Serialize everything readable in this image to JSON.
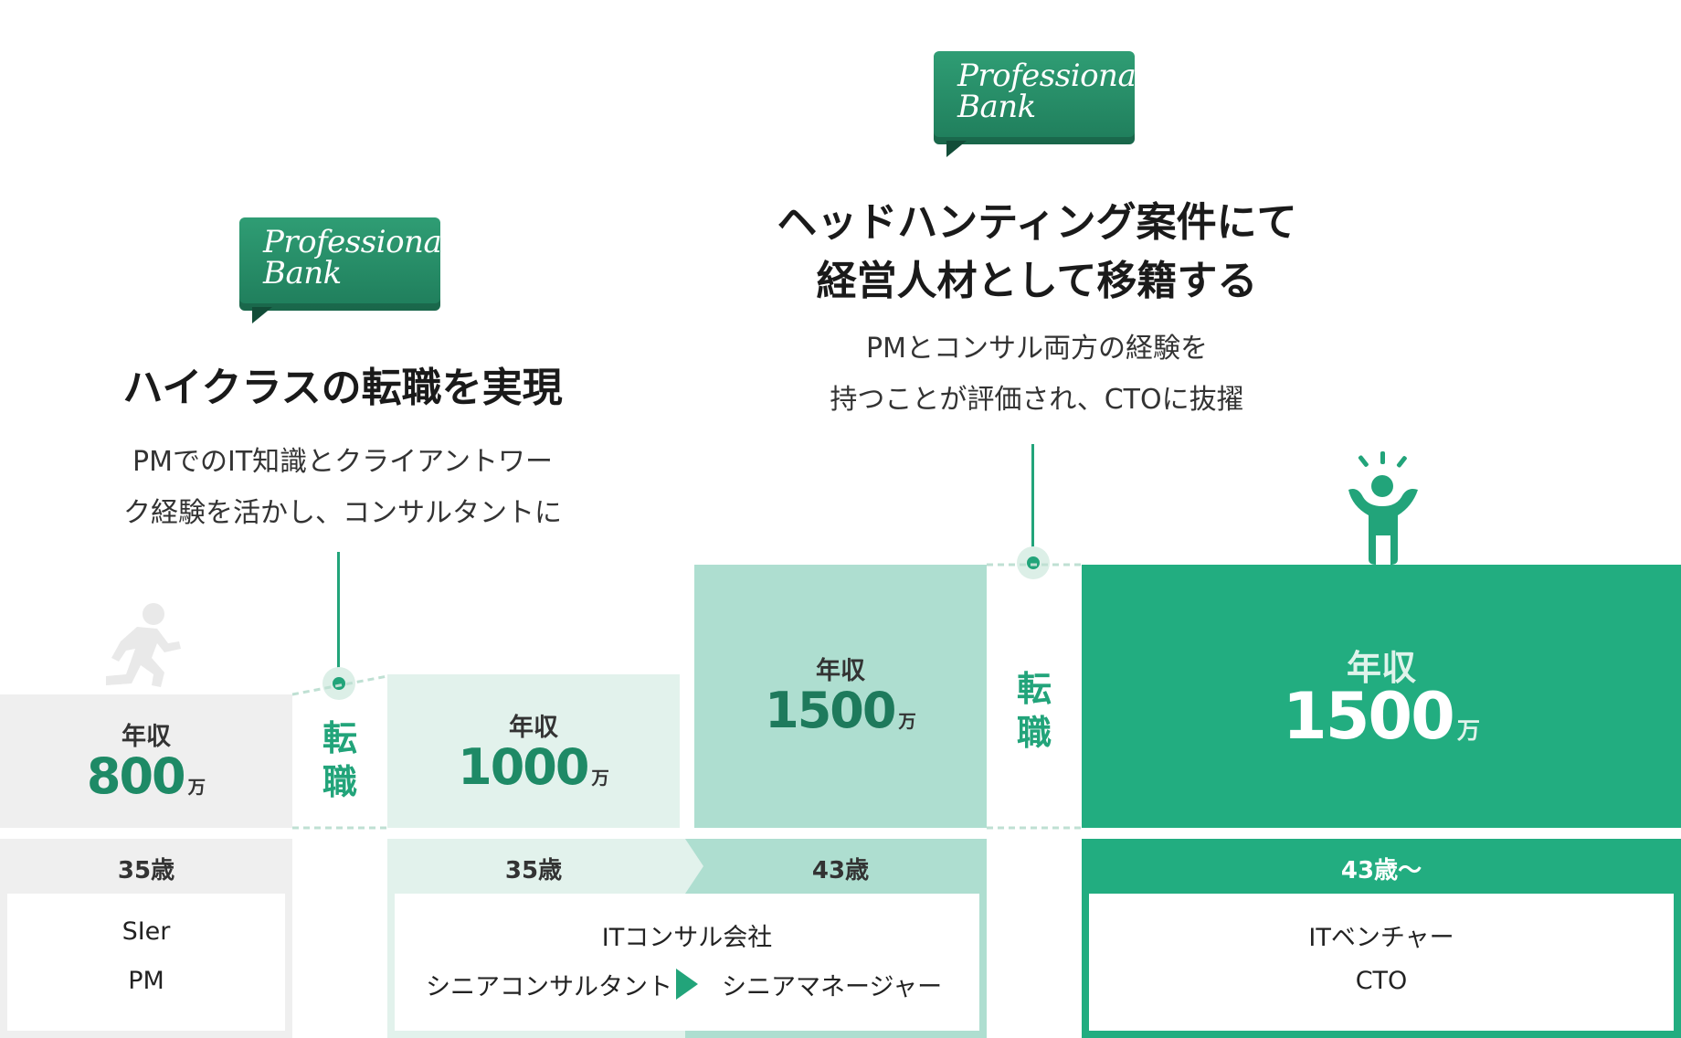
{
  "brand": {
    "logo_line1": "Professional",
    "logo_line2": "Bank"
  },
  "left": {
    "heading": "ハイクラスの転職を実現",
    "desc_line1": "PMでのIT知識とクライアントワー",
    "desc_line2": "ク経験を活かし、コンサルタントに"
  },
  "right": {
    "heading_line1": "ヘッドハンティング案件にて",
    "heading_line2": "経営人材として移籍する",
    "desc_line1": "PMとコンサル両方の経験を",
    "desc_line2": "持つことが評価され、CTOに抜擢"
  },
  "transition_label": "転職",
  "salaries": [
    {
      "label": "年収",
      "value": "800",
      "unit": "万"
    },
    {
      "label": "年収",
      "value": "1000",
      "unit": "万"
    },
    {
      "label": "年収",
      "value": "1500",
      "unit": "万"
    },
    {
      "label": "年収",
      "value": "1500",
      "unit": "万"
    }
  ],
  "careers": [
    {
      "age": "35歳",
      "company": "SIer",
      "role": "PM"
    },
    {
      "age_start": "35歳",
      "age_end": "43歳",
      "company": "ITコンサル会社",
      "role_from": "シニアコンサルタント",
      "role_to": "シニアマネージャー"
    },
    {
      "age": "43歳〜",
      "company": "ITベンチャー",
      "role": "CTO"
    }
  ],
  "colors": {
    "accent": "#22a47a",
    "gray_block": "#efefef",
    "light_green": "#e2f2ec",
    "mid_green": "#aeded0",
    "dark_green": "#22ad80"
  }
}
